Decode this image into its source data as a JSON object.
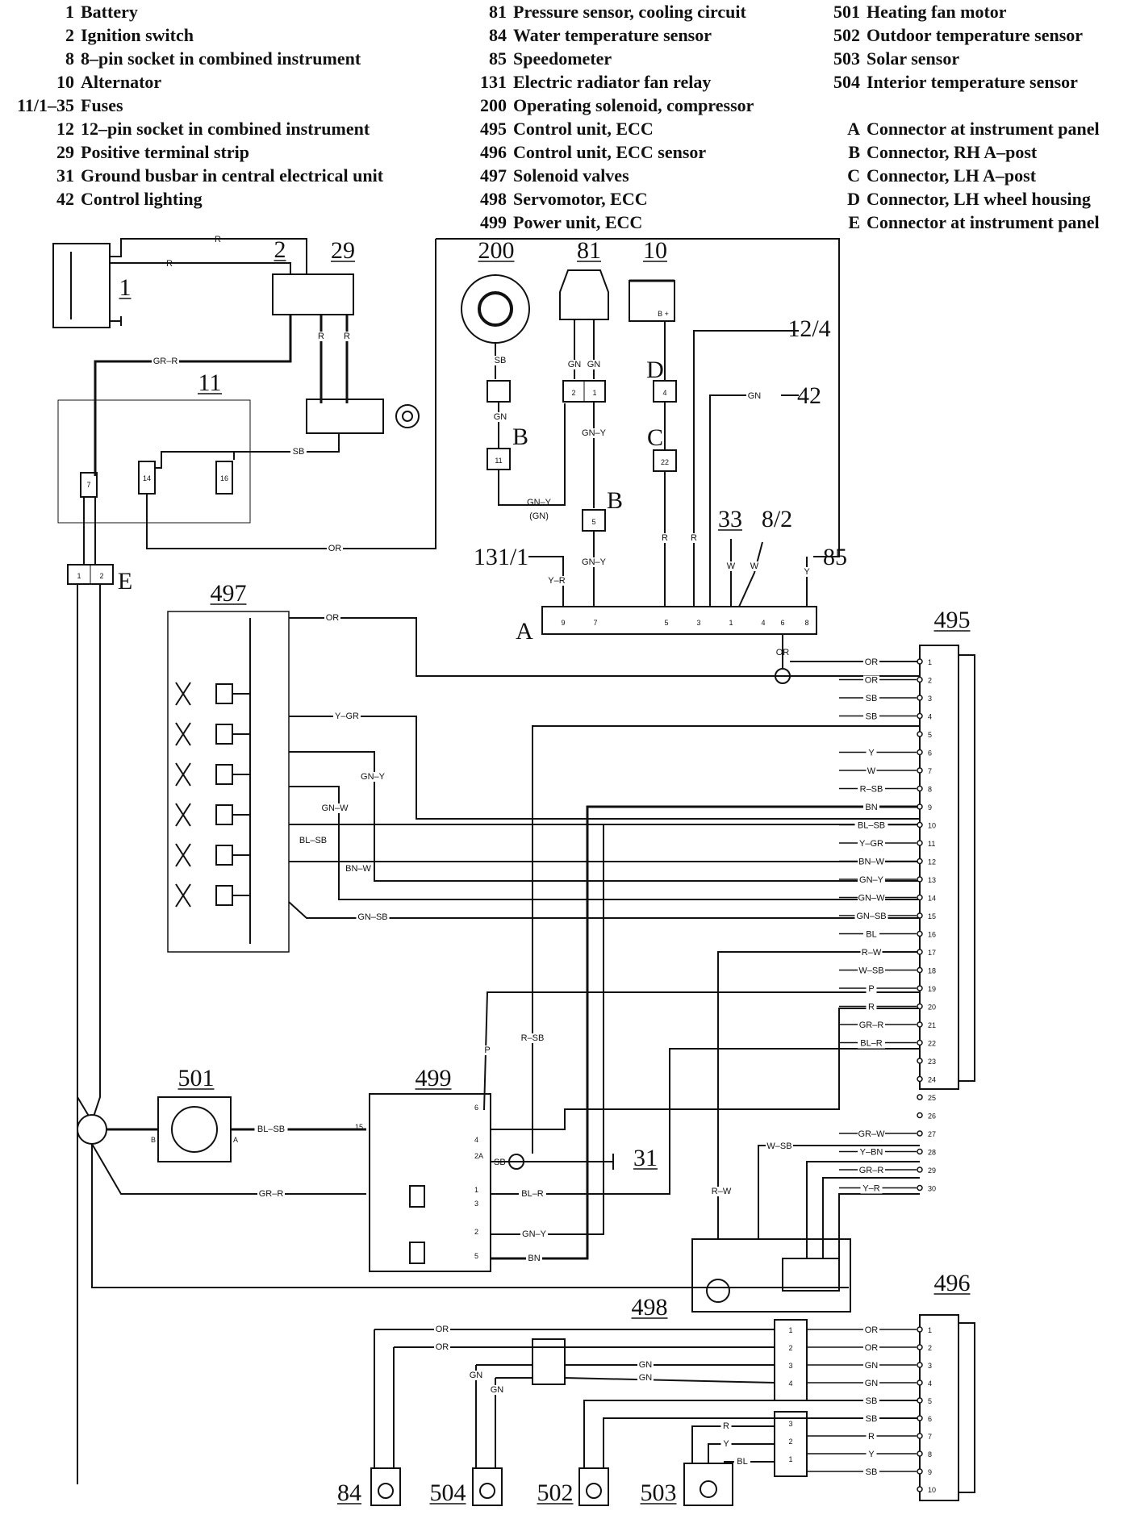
{
  "legend": {
    "col1": [
      {
        "k": "1",
        "v": "Battery"
      },
      {
        "k": "2",
        "v": "Ignition switch"
      },
      {
        "k": "8",
        "v": "8–pin socket in combined instrument"
      },
      {
        "k": "10",
        "v": "Alternator"
      },
      {
        "k": "11/1–35",
        "v": "Fuses"
      },
      {
        "k": "12",
        "v": "12–pin socket in combined instrument"
      },
      {
        "k": "29",
        "v": "Positive terminal strip"
      },
      {
        "k": "31",
        "v": "Ground busbar in central electrical unit"
      },
      {
        "k": "42",
        "v": "Control lighting"
      }
    ],
    "col2": [
      {
        "k": "81",
        "v": "Pressure sensor, cooling circuit"
      },
      {
        "k": "84",
        "v": "Water temperature sensor"
      },
      {
        "k": "85",
        "v": "Speedometer"
      },
      {
        "k": "131",
        "v": "Electric radiator fan relay"
      },
      {
        "k": "200",
        "v": "Operating solenoid, compressor"
      },
      {
        "k": "495",
        "v": "Control unit, ECC"
      },
      {
        "k": "496",
        "v": "Control unit, ECC sensor"
      },
      {
        "k": "497",
        "v": "Solenoid valves"
      },
      {
        "k": "498",
        "v": "Servomotor, ECC"
      },
      {
        "k": "499",
        "v": "Power unit, ECC"
      }
    ],
    "col3": [
      {
        "k": "501",
        "v": "Heating fan motor"
      },
      {
        "k": "502",
        "v": "Outdoor temperature sensor"
      },
      {
        "k": "503",
        "v": "Solar sensor"
      },
      {
        "k": "504",
        "v": "Interior temperature sensor"
      }
    ],
    "col4": [
      {
        "k": "A",
        "v": "Connector at instrument panel"
      },
      {
        "k": "B",
        "v": "Connector, RH A–post"
      },
      {
        "k": "C",
        "v": "Connector, LH A–post"
      },
      {
        "k": "D",
        "v": "Connector, LH wheel housing"
      },
      {
        "k": "E",
        "v": "Connector at instrument panel"
      }
    ]
  },
  "components": {
    "c1": "1",
    "c2": "2",
    "c11": "11",
    "c29": "29",
    "c200": "200",
    "c81": "81",
    "c10": "10",
    "c12_4": "12/4",
    "c42": "42",
    "c131_1": "131/1",
    "c33": "33",
    "c8_2": "8/2",
    "c85": "85",
    "c497": "497",
    "c495": "495",
    "c501": "501",
    "c499": "499",
    "c31": "31",
    "c498": "498",
    "c496": "496",
    "c84": "84",
    "c504": "504",
    "c502": "502",
    "c503": "503",
    "cA": "A",
    "cB1": "B",
    "cB2": "B",
    "cC": "C",
    "cD": "D",
    "cE": "E"
  },
  "connector_A_pins": [
    "9",
    "7",
    "5",
    "3",
    "1",
    "4",
    "6",
    "8"
  ],
  "ecc_495_wires": [
    "OR",
    "OR",
    "SB",
    "SB",
    "",
    "Y",
    "W",
    "R–SB",
    "BN",
    "BL–SB",
    "Y–GR",
    "BN–W",
    "GN–Y",
    "GN–W",
    "GN–SB",
    "BL",
    "R–W",
    "W–SB",
    "P",
    "R",
    "GR–R",
    "BL–R",
    "",
    "",
    "",
    "",
    "GR–W",
    "Y–BN",
    "GR–R",
    "Y–R"
  ],
  "sensor_496_wires": [
    "OR",
    "OR",
    "GN",
    "GN",
    "SB",
    "SB",
    "R",
    "Y",
    "SB",
    ""
  ],
  "wire_labels": {
    "r1": "R",
    "r2": "R",
    "r3": "R",
    "r4": "R",
    "grr": "GR–R",
    "sb_ign": "SB",
    "or_fuse": "OR",
    "sb200": "SB",
    "gn200": "GN",
    "gny_b": "GN–Y",
    "gn_p": "(GN)",
    "gn81a": "GN",
    "gn81b": "GN",
    "gny81": "GN–Y",
    "gny5": "GN–Y",
    "yr131": "Y–R",
    "r10a": "R",
    "r10b": "R",
    "w33": "W",
    "w82": "W",
    "y85": "Y",
    "gn42": "GN",
    "or_a6": "OR",
    "or497": "OR",
    "ygr497": "Y–GR",
    "gny497": "GN–Y",
    "gnw497": "GN–W",
    "blsb497": "BL–SB",
    "bnw497": "BN–W",
    "gnsb497": "GN–SB",
    "p499": "P",
    "rsb499": "R–SB",
    "blsb501": "BL–SB",
    "grr_bottom": "GR–R",
    "sb31": "SB",
    "blr499": "BL–R",
    "gny499": "GN–Y",
    "bn499": "BN",
    "rw498": "R–W",
    "wsb498": "W–SB",
    "or84a": "OR",
    "or84b": "OR",
    "gn504a": "GN",
    "gn504b": "GN",
    "gn504c": "GN",
    "gn504d": "GN",
    "r503": "R",
    "y503": "Y",
    "bl503": "BL"
  },
  "pins": {
    "p200_1": "1",
    "p200_2": "2",
    "p81_4": "4",
    "p81_22": "22",
    "p11": "11",
    "p5": "5",
    "pE1": "1",
    "pE2": "2",
    "p7": "7",
    "p14": "14",
    "p16": "16",
    "p499_15": "15",
    "p499_6": "6",
    "p499_4": "4",
    "p499_2A": "2A",
    "p499_1": "1",
    "p499_3": "3",
    "p499_2": "2",
    "p499_5": "5",
    "b501": "B",
    "a501": "A",
    "b10": "B +",
    "p496c1": "1",
    "p496c2": "2",
    "p496c3": "3",
    "p496c4": "4",
    "p503c3": "3",
    "p503c2": "2",
    "p503c1": "1"
  }
}
